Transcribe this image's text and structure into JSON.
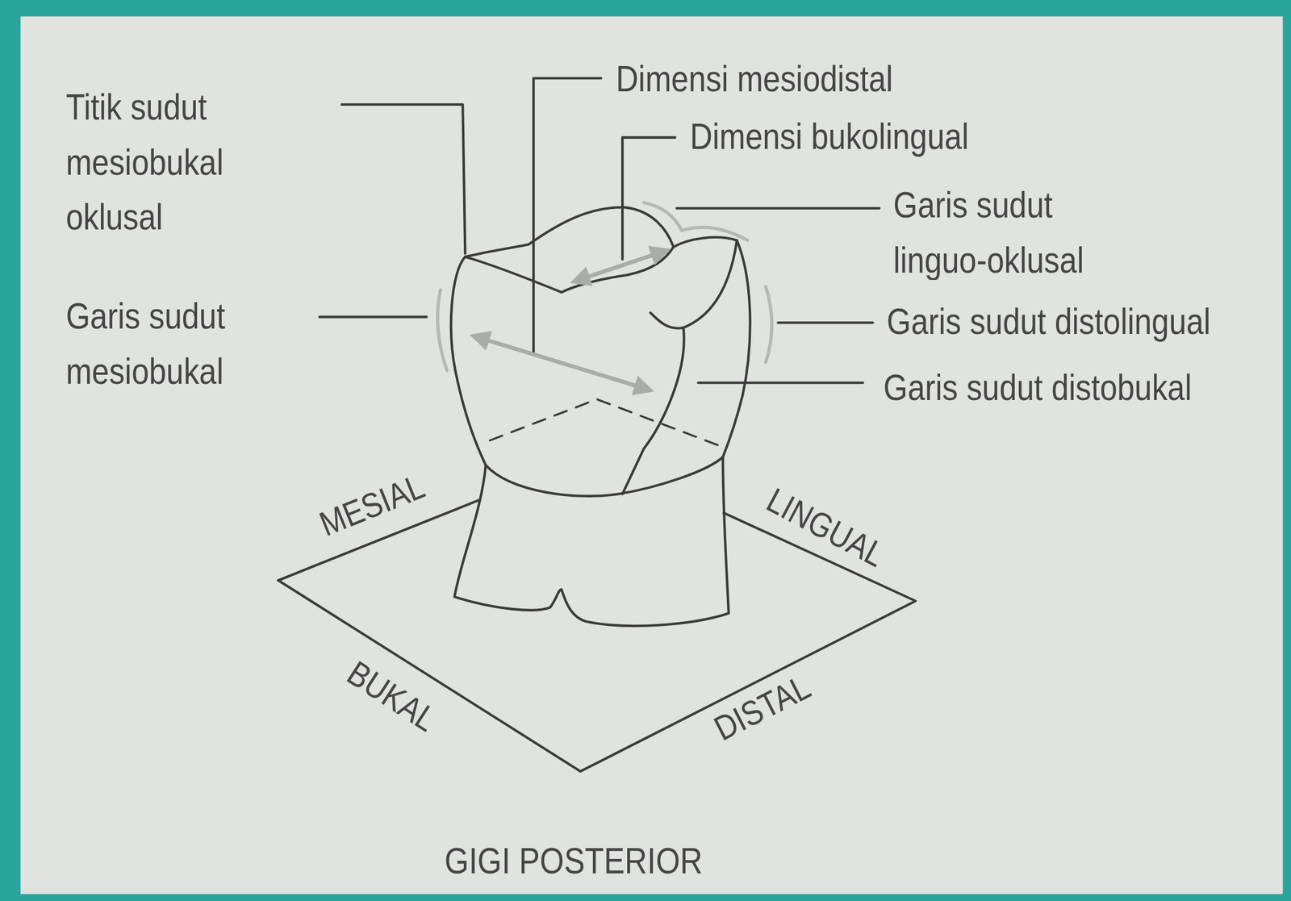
{
  "diagram": {
    "caption": "GIGI POSTERIOR",
    "labels": [
      "Titik sudut mesiobukal oklusal",
      "Dimensi mesiodistal",
      "Dimensi bukolingual",
      "Garis sudut linguo-oklusal",
      "Garis sudut mesiobukal",
      "Garis sudut distolingual",
      "Garis sudut distobukal",
      "MESIAL",
      "LINGUAL",
      "BUKAL",
      "DISTAL"
    ]
  }
}
